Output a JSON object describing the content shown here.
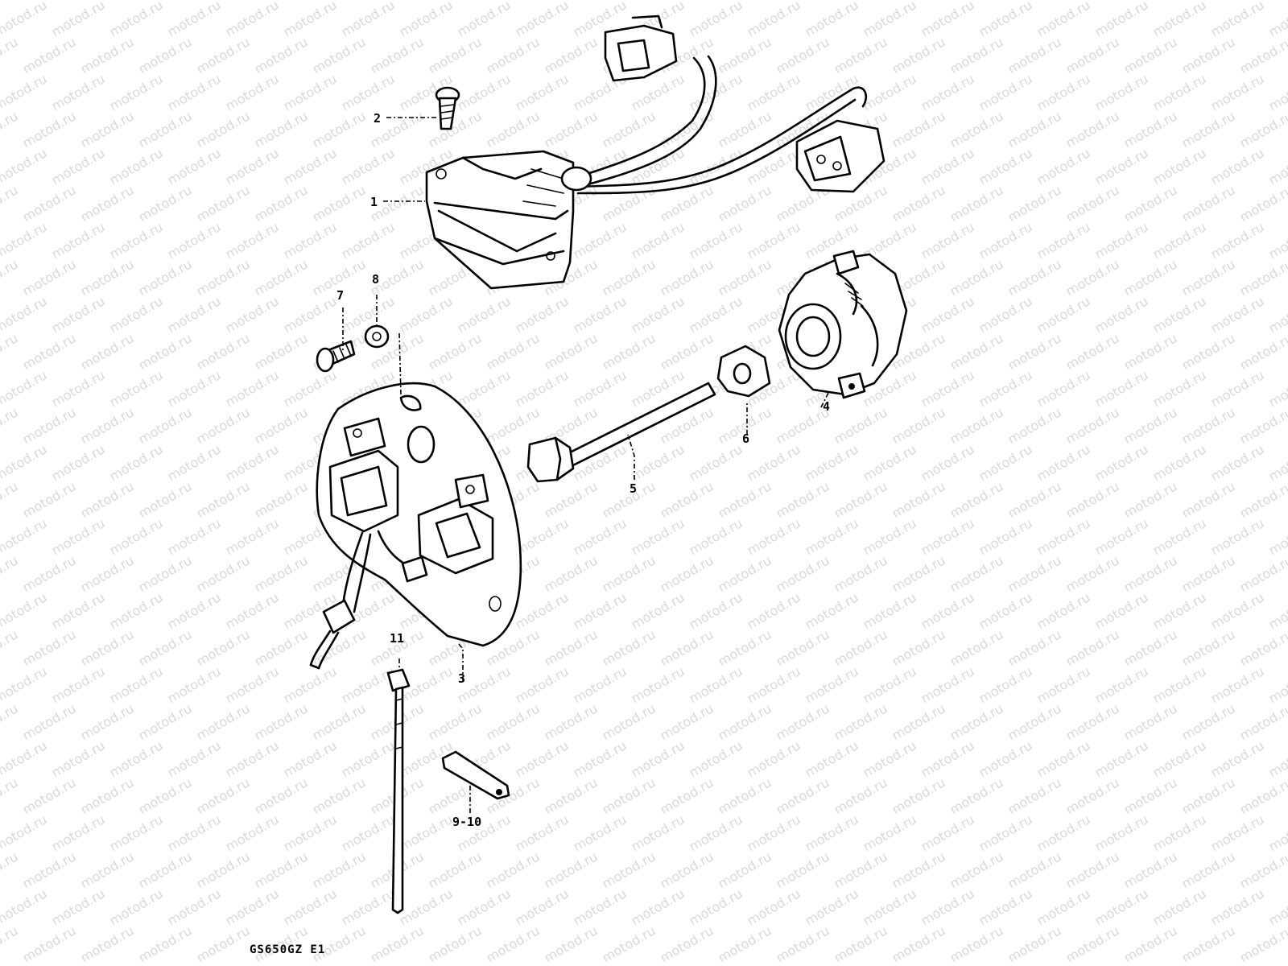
{
  "watermark": {
    "text": "motod.ru",
    "color": "#d9d9d9"
  },
  "callouts": {
    "c1": "1",
    "c2": "2",
    "c3": "3",
    "c4": "4",
    "c5": "5",
    "c6": "6",
    "c7": "7",
    "c8": "8",
    "c910": "9-10",
    "c11": "11"
  },
  "caption": "GS650GZ E1"
}
